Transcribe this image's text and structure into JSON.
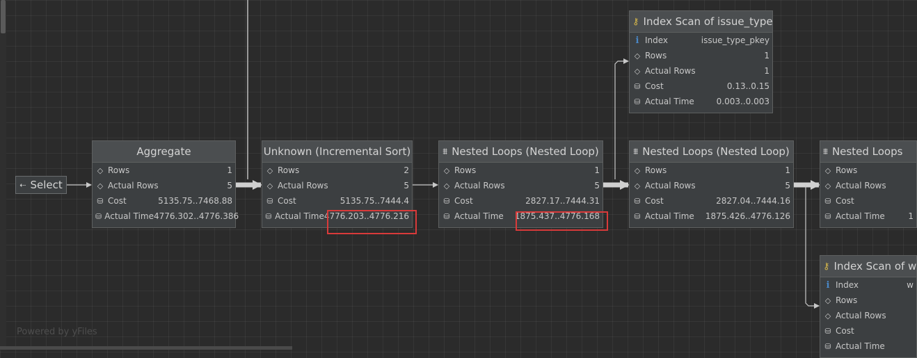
{
  "watermark": "Powered by yFiles",
  "select": {
    "label": "Select",
    "icon": "select-arrow-icon"
  },
  "nodes": {
    "aggregate": {
      "title": "Aggregate",
      "rows": [
        {
          "label": "Rows",
          "value": "1",
          "icon": "diamond-icon"
        },
        {
          "label": "Actual Rows",
          "value": "5",
          "icon": "diamond-icon"
        },
        {
          "label": "Cost",
          "value": "5135.75..7468.88",
          "icon": "database-icon"
        },
        {
          "label": "Actual Time",
          "value": "4776.302..4776.386",
          "icon": "database-icon"
        }
      ]
    },
    "incremental_sort": {
      "title": "Unknown (Incremental Sort)",
      "rows": [
        {
          "label": "Rows",
          "value": "2",
          "icon": "diamond-icon"
        },
        {
          "label": "Actual Rows",
          "value": "5",
          "icon": "diamond-icon"
        },
        {
          "label": "Cost",
          "value": "5135.75..7444.4",
          "icon": "database-icon"
        },
        {
          "label": "Actual Time",
          "value": "4776.203..4776.216",
          "icon": "database-icon"
        }
      ]
    },
    "nested_loops_1": {
      "title": "Nested Loops (Nested Loop)",
      "rows": [
        {
          "label": "Rows",
          "value": "1",
          "icon": "diamond-icon"
        },
        {
          "label": "Actual Rows",
          "value": "5",
          "icon": "diamond-icon"
        },
        {
          "label": "Cost",
          "value": "2827.17..7444.31",
          "icon": "database-icon"
        },
        {
          "label": "Actual Time",
          "value": "1875.437..4776.168",
          "icon": "database-icon"
        }
      ]
    },
    "nested_loops_2": {
      "title": "Nested Loops (Nested Loop)",
      "rows": [
        {
          "label": "Rows",
          "value": "1",
          "icon": "diamond-icon"
        },
        {
          "label": "Actual Rows",
          "value": "5",
          "icon": "diamond-icon"
        },
        {
          "label": "Cost",
          "value": "2827.04..7444.16",
          "icon": "database-icon"
        },
        {
          "label": "Actual Time",
          "value": "1875.426..4776.126",
          "icon": "database-icon"
        }
      ]
    },
    "nested_loops_3": {
      "title": "Nested Loops",
      "rows": [
        {
          "label": "Rows",
          "value": "",
          "icon": "diamond-icon"
        },
        {
          "label": "Actual Rows",
          "value": "",
          "icon": "diamond-icon"
        },
        {
          "label": "Cost",
          "value": "",
          "icon": "database-icon"
        },
        {
          "label": "Actual Time",
          "value": "1",
          "icon": "database-icon"
        }
      ]
    },
    "index_scan_issue_type": {
      "title": "Index Scan of issue_type",
      "rows": [
        {
          "label": "Index",
          "value": "issue_type_pkey",
          "icon": "info-icon"
        },
        {
          "label": "Rows",
          "value": "1",
          "icon": "diamond-icon"
        },
        {
          "label": "Actual Rows",
          "value": "1",
          "icon": "diamond-icon"
        },
        {
          "label": "Cost",
          "value": "0.13..0.15",
          "icon": "database-icon"
        },
        {
          "label": "Actual Time",
          "value": "0.003..0.003",
          "icon": "database-icon"
        }
      ]
    },
    "index_scan_w": {
      "title": "Index Scan of w",
      "rows": [
        {
          "label": "Index",
          "value": "w",
          "icon": "info-icon"
        },
        {
          "label": "Rows",
          "value": "",
          "icon": "diamond-icon"
        },
        {
          "label": "Actual Rows",
          "value": "",
          "icon": "diamond-icon"
        },
        {
          "label": "Cost",
          "value": "",
          "icon": "database-icon"
        },
        {
          "label": "Actual Time",
          "value": "",
          "icon": "database-icon"
        }
      ]
    }
  },
  "colors": {
    "background": "#2b2b2b",
    "node_bg": "#3c3f41",
    "header_bg": "#4b4e50",
    "highlight": "#d93a3a",
    "index_icon": "#d9b94a",
    "info_icon": "#4a88c7"
  }
}
